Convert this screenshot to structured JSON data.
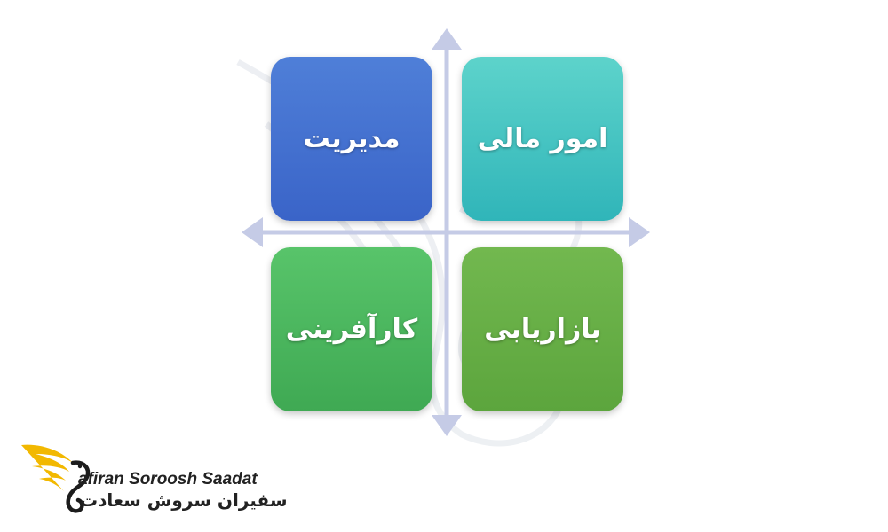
{
  "quadrants": {
    "management": {
      "label": "مدیریت",
      "color": "#3f6ccc"
    },
    "finance": {
      "label": "امور مالی",
      "color": "#3cc0bf"
    },
    "entrepreneurship": {
      "label": "کارآفرینی",
      "color": "#4cb65e"
    },
    "marketing": {
      "label": "بازاریابی",
      "color": "#66ad46"
    }
  },
  "axes": {
    "color": "#c5cbe6"
  },
  "logo": {
    "name_en": "afiran Soroosh Saadat",
    "name_fa": "سفیران سروش سعادت",
    "icon": "golden-wing-bird-icon",
    "wing_color": "#f2b800"
  }
}
